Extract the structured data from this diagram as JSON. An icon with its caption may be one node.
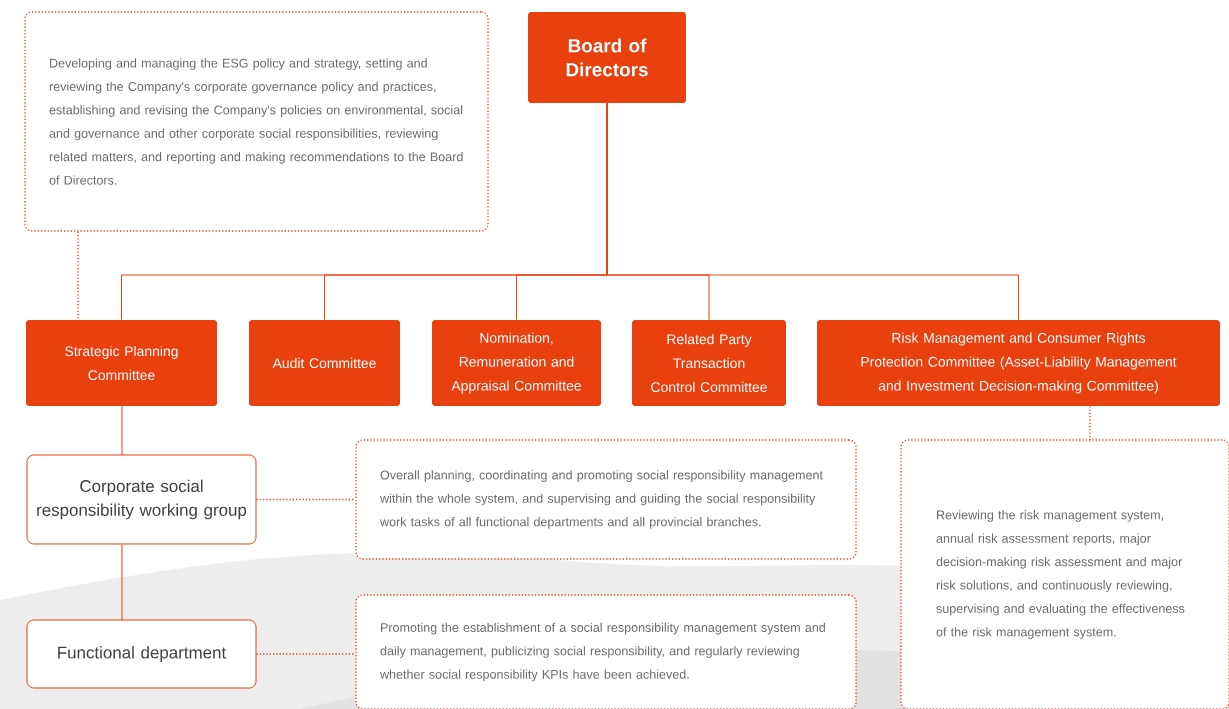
{
  "diagram": {
    "nodes": [
      {
        "text": [
          "Board of Directors"
        ]
      },
      {
        "text": [
          "Developing and managing the ESG policy and strategy, setting and reviewing the Company's corporate governance policy and practices, establishing and revising the Company's policies on environmental, social and governance and other corporate social responsibilities, reviewing related matters, and reporting and making recommendations to the Board of Directors."
        ]
      },
      {
        "text": [
          "Strategic Planning Committee"
        ]
      },
      {
        "text": [
          "Audit Committee"
        ]
      },
      {
        "text": [
          "Nomination, Remuneration and Appraisal Committee"
        ]
      },
      {
        "text": [
          "Related Party Transaction Control Committee"
        ]
      },
      {
        "text": [
          "Risk Management and Consumer Rights Protection Committee (Asset-Liability Management and Investment Decision-making Committee)"
        ]
      },
      {
        "text": [
          "Corporate social responsibility working group"
        ]
      },
      {
        "text": [
          "Overall planning, coordinating and promoting social responsibility management within the whole system, and supervising and guiding the social responsibility work tasks of all functional departments and all provincial branches."
        ]
      },
      {
        "text": [
          "Functional department"
        ]
      },
      {
        "text": [
          "Promoting the establishment of a social responsibility management system and daily management, publicizing social responsibility, and regularly reviewing whether social responsibility KPIs have been achieved."
        ]
      },
      {
        "text": [
          "Reviewing the risk management system, annual risk assessment reports, major decision-making risk assessment and major risk solutions, and continuously reviewing, supervising and evaluating the effectiveness of the risk management system."
        ]
      }
    ],
    "edges": [
      {
        "from": 0,
        "to": 2,
        "arrow": "none"
      },
      {
        "from": 0,
        "to": 3,
        "arrow": "none"
      },
      {
        "from": 0,
        "to": 4,
        "arrow": "none"
      },
      {
        "from": 0,
        "to": 5,
        "arrow": "none"
      },
      {
        "from": 0,
        "to": 6,
        "arrow": "none"
      },
      {
        "from": 1,
        "to": 2,
        "arrow": "none",
        "style": "dashed"
      },
      {
        "from": 2,
        "to": 7,
        "arrow": "none"
      },
      {
        "from": 7,
        "to": 9,
        "arrow": "none"
      },
      {
        "from": 7,
        "to": 8,
        "arrow": "none",
        "style": "dashed"
      },
      {
        "from": 9,
        "to": 10,
        "arrow": "none",
        "style": "dashed"
      },
      {
        "from": 6,
        "to": 11,
        "arrow": "none",
        "style": "dashed"
      }
    ]
  }
}
